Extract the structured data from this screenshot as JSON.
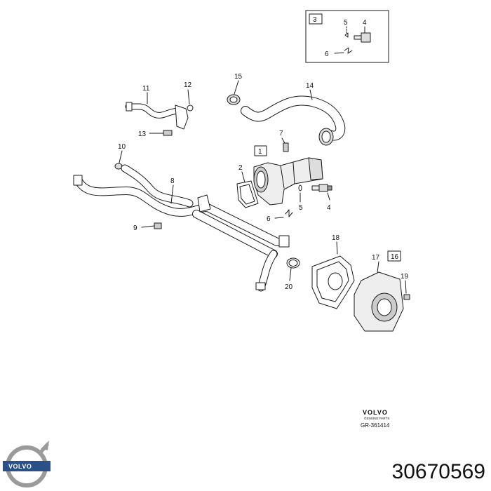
{
  "callouts": {
    "c1": "1",
    "c2": "2",
    "c3": "3",
    "c4a": "4",
    "c4b": "4",
    "c5a": "5",
    "c5b": "5",
    "c6a": "6",
    "c6b": "6",
    "c7": "7",
    "c8": "8",
    "c9": "9",
    "c10": "10",
    "c11": "11",
    "c12": "12",
    "c13": "13",
    "c14": "14",
    "c15": "15",
    "c16": "16",
    "c17": "17",
    "c18": "18",
    "c19": "19",
    "c20": "20"
  },
  "stamp": {
    "brand": "VOLVO",
    "subtitle": "GENUINE PARTS",
    "ref": "GR-361414"
  },
  "logo": {
    "text": "VOLVO"
  },
  "part_number": "30670569",
  "colors": {
    "line": "#1a1a1a",
    "fill": "#ffffff",
    "shade": "#bfbfbf",
    "logo_blue": "#2b4f87"
  }
}
